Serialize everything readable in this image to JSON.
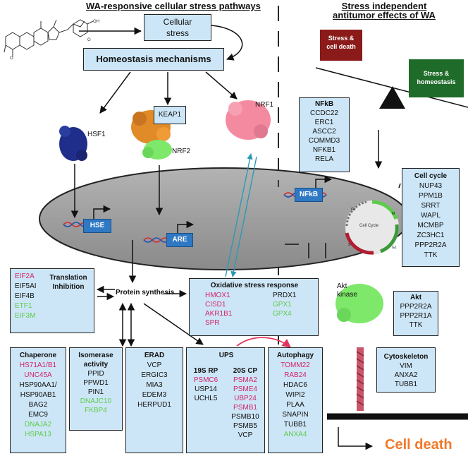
{
  "titles": {
    "left": "WA-responsive cellular stress pathways",
    "right_line1": "Stress independent",
    "right_line2": "antitumor effects of WA"
  },
  "boxes": {
    "cellular_stress_1": "Cellular",
    "cellular_stress_2": "stress",
    "homeostasis": "Homeostasis mechanisms",
    "stress_death_1": "Stress &",
    "stress_death_2": "cell death",
    "stress_homeo_1": "Stress &",
    "stress_homeo_2": "homeostasis",
    "keap1": "KEAP1"
  },
  "proteins": {
    "hsf1": "HSF1",
    "nrf2": "NRF2",
    "nrf1": "NRF1",
    "akt": "Akt kinase"
  },
  "pills": {
    "hse": "HSE",
    "are": "ARE",
    "nfkb": "NFkB"
  },
  "cell_cycle_diagram": {
    "label": "Cell Cycle",
    "phases": [
      "G2",
      "M",
      "G1",
      "S"
    ]
  },
  "protein_synthesis": "Protein synthesis",
  "cell_death": "Cell death",
  "nfkb_box": {
    "title": "NFkB",
    "genes": [
      "CCDC22",
      "ERC1",
      "ASCC2",
      "COMMD3",
      "NFKB1",
      "RELA"
    ]
  },
  "cell_cycle_box": {
    "title": "Cell cycle",
    "genes": [
      "NUP43",
      "PPM1B",
      "SRRT",
      "WAPL",
      "MCMBP",
      "ZC3HC1",
      "PPP2R2A",
      "TTK"
    ]
  },
  "translation_box": {
    "title_1": "Translation",
    "title_2": "Inhibition",
    "genes": [
      {
        "name": "EIF2A",
        "color": "#d0246a"
      },
      {
        "name": "EIF5AI",
        "color": "#111111"
      },
      {
        "name": "EIF4B",
        "color": "#111111"
      },
      {
        "name": "ETF1",
        "color": "#5dcc4b"
      },
      {
        "name": "EIF3M",
        "color": "#5dcc4b"
      }
    ]
  },
  "oxidative_box": {
    "title": "Oxidative stress response",
    "col1": [
      {
        "name": "HMOX1",
        "color": "#d0246a"
      },
      {
        "name": "CISD1",
        "color": "#d0246a"
      },
      {
        "name": "AKR1B1",
        "color": "#d0246a"
      },
      {
        "name": "SPR",
        "color": "#d0246a"
      }
    ],
    "col2": [
      {
        "name": "PRDX1",
        "color": "#111111"
      },
      {
        "name": "GPX1",
        "color": "#5dcc4b"
      },
      {
        "name": "GPX4",
        "color": "#5dcc4b"
      }
    ]
  },
  "akt_box": {
    "title": "Akt",
    "genes": [
      "PPP2R2A",
      "PPP2R1A",
      "TTK"
    ]
  },
  "cytoskeleton_box": {
    "title": "Cytoskeleton",
    "genes": [
      "VIM",
      "ANXA2",
      "TUBB1"
    ]
  },
  "chaperone_box": {
    "title": "Chaperone",
    "genes": [
      {
        "name": "HS71A1/B1",
        "color": "#d0246a"
      },
      {
        "name": "UNC45A",
        "color": "#d0246a"
      },
      {
        "name": "HSP90AA1/",
        "color": "#111111"
      },
      {
        "name": "HSP90AB1",
        "color": "#111111"
      },
      {
        "name": "BAG2",
        "color": "#111111"
      },
      {
        "name": "EMC9",
        "color": "#111111"
      },
      {
        "name": "DNAJA2",
        "color": "#5dcc4b"
      },
      {
        "name": "HSPA13",
        "color": "#5dcc4b"
      }
    ]
  },
  "isomerase_box": {
    "title_1": "Isomerase",
    "title_2": "activity",
    "genes": [
      {
        "name": "PPID",
        "color": "#111111"
      },
      {
        "name": "PPWD1",
        "color": "#111111"
      },
      {
        "name": "PIN1",
        "color": "#111111"
      },
      {
        "name": "DNAJC10",
        "color": "#5dcc4b"
      },
      {
        "name": "FKBP4",
        "color": "#5dcc4b"
      }
    ]
  },
  "erad_box": {
    "title": "ERAD",
    "genes": [
      "VCP",
      "ERGIC3",
      "MIA3",
      "EDEM3",
      "HERPUD1"
    ]
  },
  "ups_box": {
    "title": "UPS",
    "rp_title": "19S RP",
    "rp_genes": [
      {
        "name": "PSMC6",
        "color": "#d0246a"
      },
      {
        "name": "USP14",
        "color": "#111111"
      },
      {
        "name": "UCHL5",
        "color": "#111111"
      }
    ],
    "cp_title": "20S CP",
    "cp_genes": [
      {
        "name": "PSMA2",
        "color": "#d0246a"
      },
      {
        "name": "PSME4",
        "color": "#d0246a"
      },
      {
        "name": "UBP24",
        "color": "#d0246a"
      },
      {
        "name": "PSMB1",
        "color": "#d0246a"
      },
      {
        "name": "PSMB10",
        "color": "#111111"
      },
      {
        "name": "PSMB5",
        "color": "#111111"
      },
      {
        "name": "VCP",
        "color": "#111111"
      }
    ]
  },
  "autophagy_box": {
    "title": "Autophagy",
    "genes": [
      {
        "name": "TOMM22",
        "color": "#d0246a"
      },
      {
        "name": "RAB24",
        "color": "#d0246a"
      },
      {
        "name": "HDAC6",
        "color": "#111111"
      },
      {
        "name": "WIPI2",
        "color": "#111111"
      },
      {
        "name": "PLAA",
        "color": "#111111"
      },
      {
        "name": "SNAPIN",
        "color": "#111111"
      },
      {
        "name": "TUBB1",
        "color": "#111111"
      },
      {
        "name": "ANXA4",
        "color": "#5dcc4b"
      }
    ]
  },
  "colors": {
    "box_fill": "#cde6f7",
    "pill_blue": "#2f78c4",
    "upregulated": "#d0246a",
    "downregulated": "#5dcc4b",
    "cell_death_orange": "#f07a2a",
    "stress_death_red": "#8b1a1a",
    "stress_homeo_green": "#1f6b2a",
    "nucleus_fill": "#9e9e9e"
  }
}
